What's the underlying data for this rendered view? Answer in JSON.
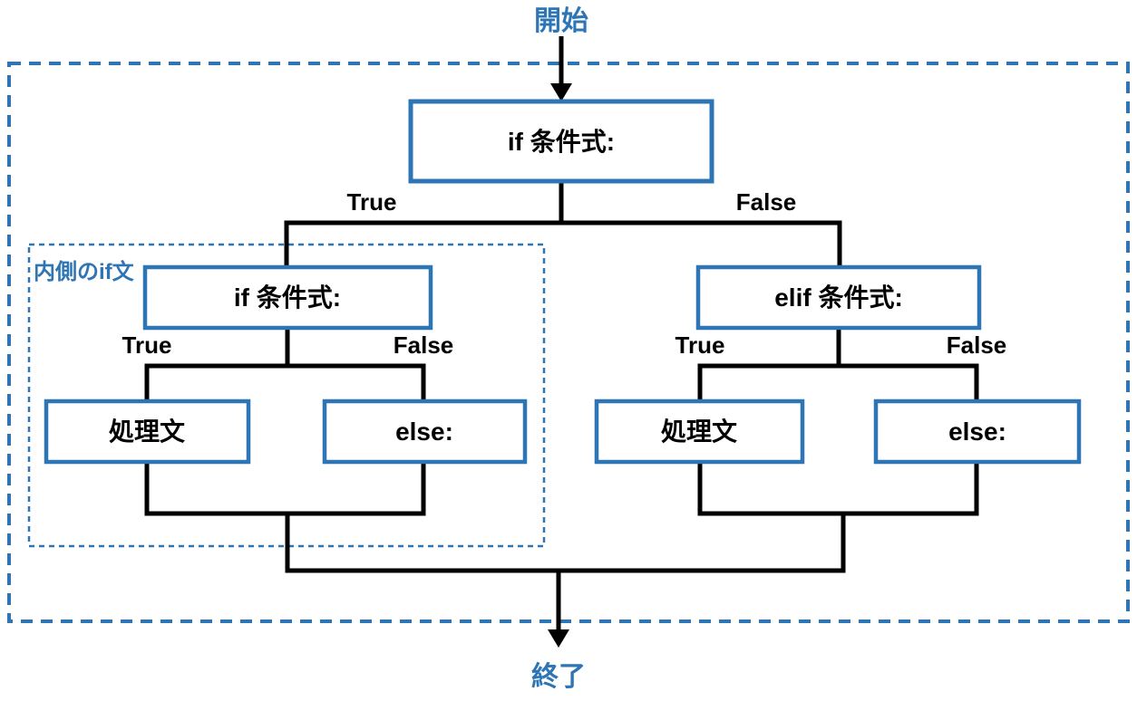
{
  "diagram_type": "flowchart",
  "labels": {
    "start": "開始",
    "end": "終了",
    "inner_scope": "内側のif文",
    "true": "True",
    "false": "False"
  },
  "nodes": {
    "if_main": {
      "label": "if 条件式:"
    },
    "if_inner": {
      "label": "if 条件式:"
    },
    "elif": {
      "label": "elif 条件式:"
    },
    "body_inner": {
      "label": "処理文"
    },
    "else_inner": {
      "label": "else:"
    },
    "body_elif": {
      "label": "処理文"
    },
    "else_outer": {
      "label": "else:"
    }
  },
  "edges": [
    {
      "from": "start",
      "to": "if_main",
      "label": ""
    },
    {
      "from": "if_main",
      "to": "if_inner",
      "label": "True"
    },
    {
      "from": "if_main",
      "to": "elif",
      "label": "False"
    },
    {
      "from": "if_inner",
      "to": "body_inner",
      "label": "True"
    },
    {
      "from": "if_inner",
      "to": "else_inner",
      "label": "False"
    },
    {
      "from": "elif",
      "to": "body_elif",
      "label": "True"
    },
    {
      "from": "elif",
      "to": "else_outer",
      "label": "False"
    },
    {
      "from": "merge",
      "to": "end",
      "label": ""
    }
  ],
  "colors": {
    "accent": "#2E75B6",
    "line": "#000000",
    "text": "#000000",
    "box_fill": "#ffffff"
  }
}
